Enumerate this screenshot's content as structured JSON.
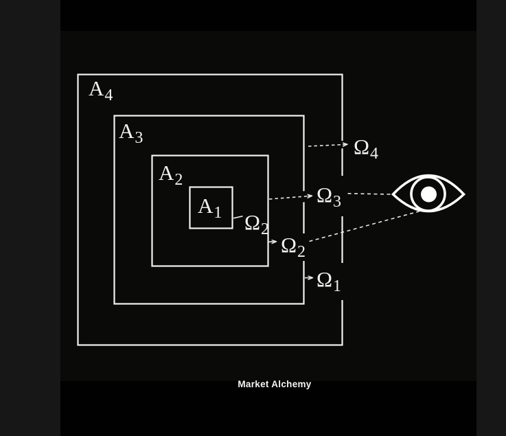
{
  "diagram": {
    "title_hidden": "",
    "sets": [
      {
        "name": "A4",
        "base": "A",
        "sub": "4"
      },
      {
        "name": "A3",
        "base": "A",
        "sub": "3"
      },
      {
        "name": "A2",
        "base": "A",
        "sub": "2"
      },
      {
        "name": "A1",
        "base": "A",
        "sub": "1"
      }
    ],
    "regions": [
      {
        "name": "Omega4",
        "base": "Ω",
        "sub": "4"
      },
      {
        "name": "Omega3",
        "base": "Ω",
        "sub": "3"
      },
      {
        "name": "Omega2-inner",
        "base": "Ω",
        "sub": "2"
      },
      {
        "name": "Omega2-outer",
        "base": "Ω",
        "sub": "2"
      },
      {
        "name": "Omega1",
        "base": "Ω",
        "sub": "1"
      }
    ],
    "icon": "eye-icon",
    "colors": {
      "figure_background": "#0a0a08",
      "letterbox": "#171717",
      "line": "#f2f2f0",
      "text": "#f2f2ee"
    }
  },
  "footer": {
    "watermark": "Market Alchemy"
  }
}
